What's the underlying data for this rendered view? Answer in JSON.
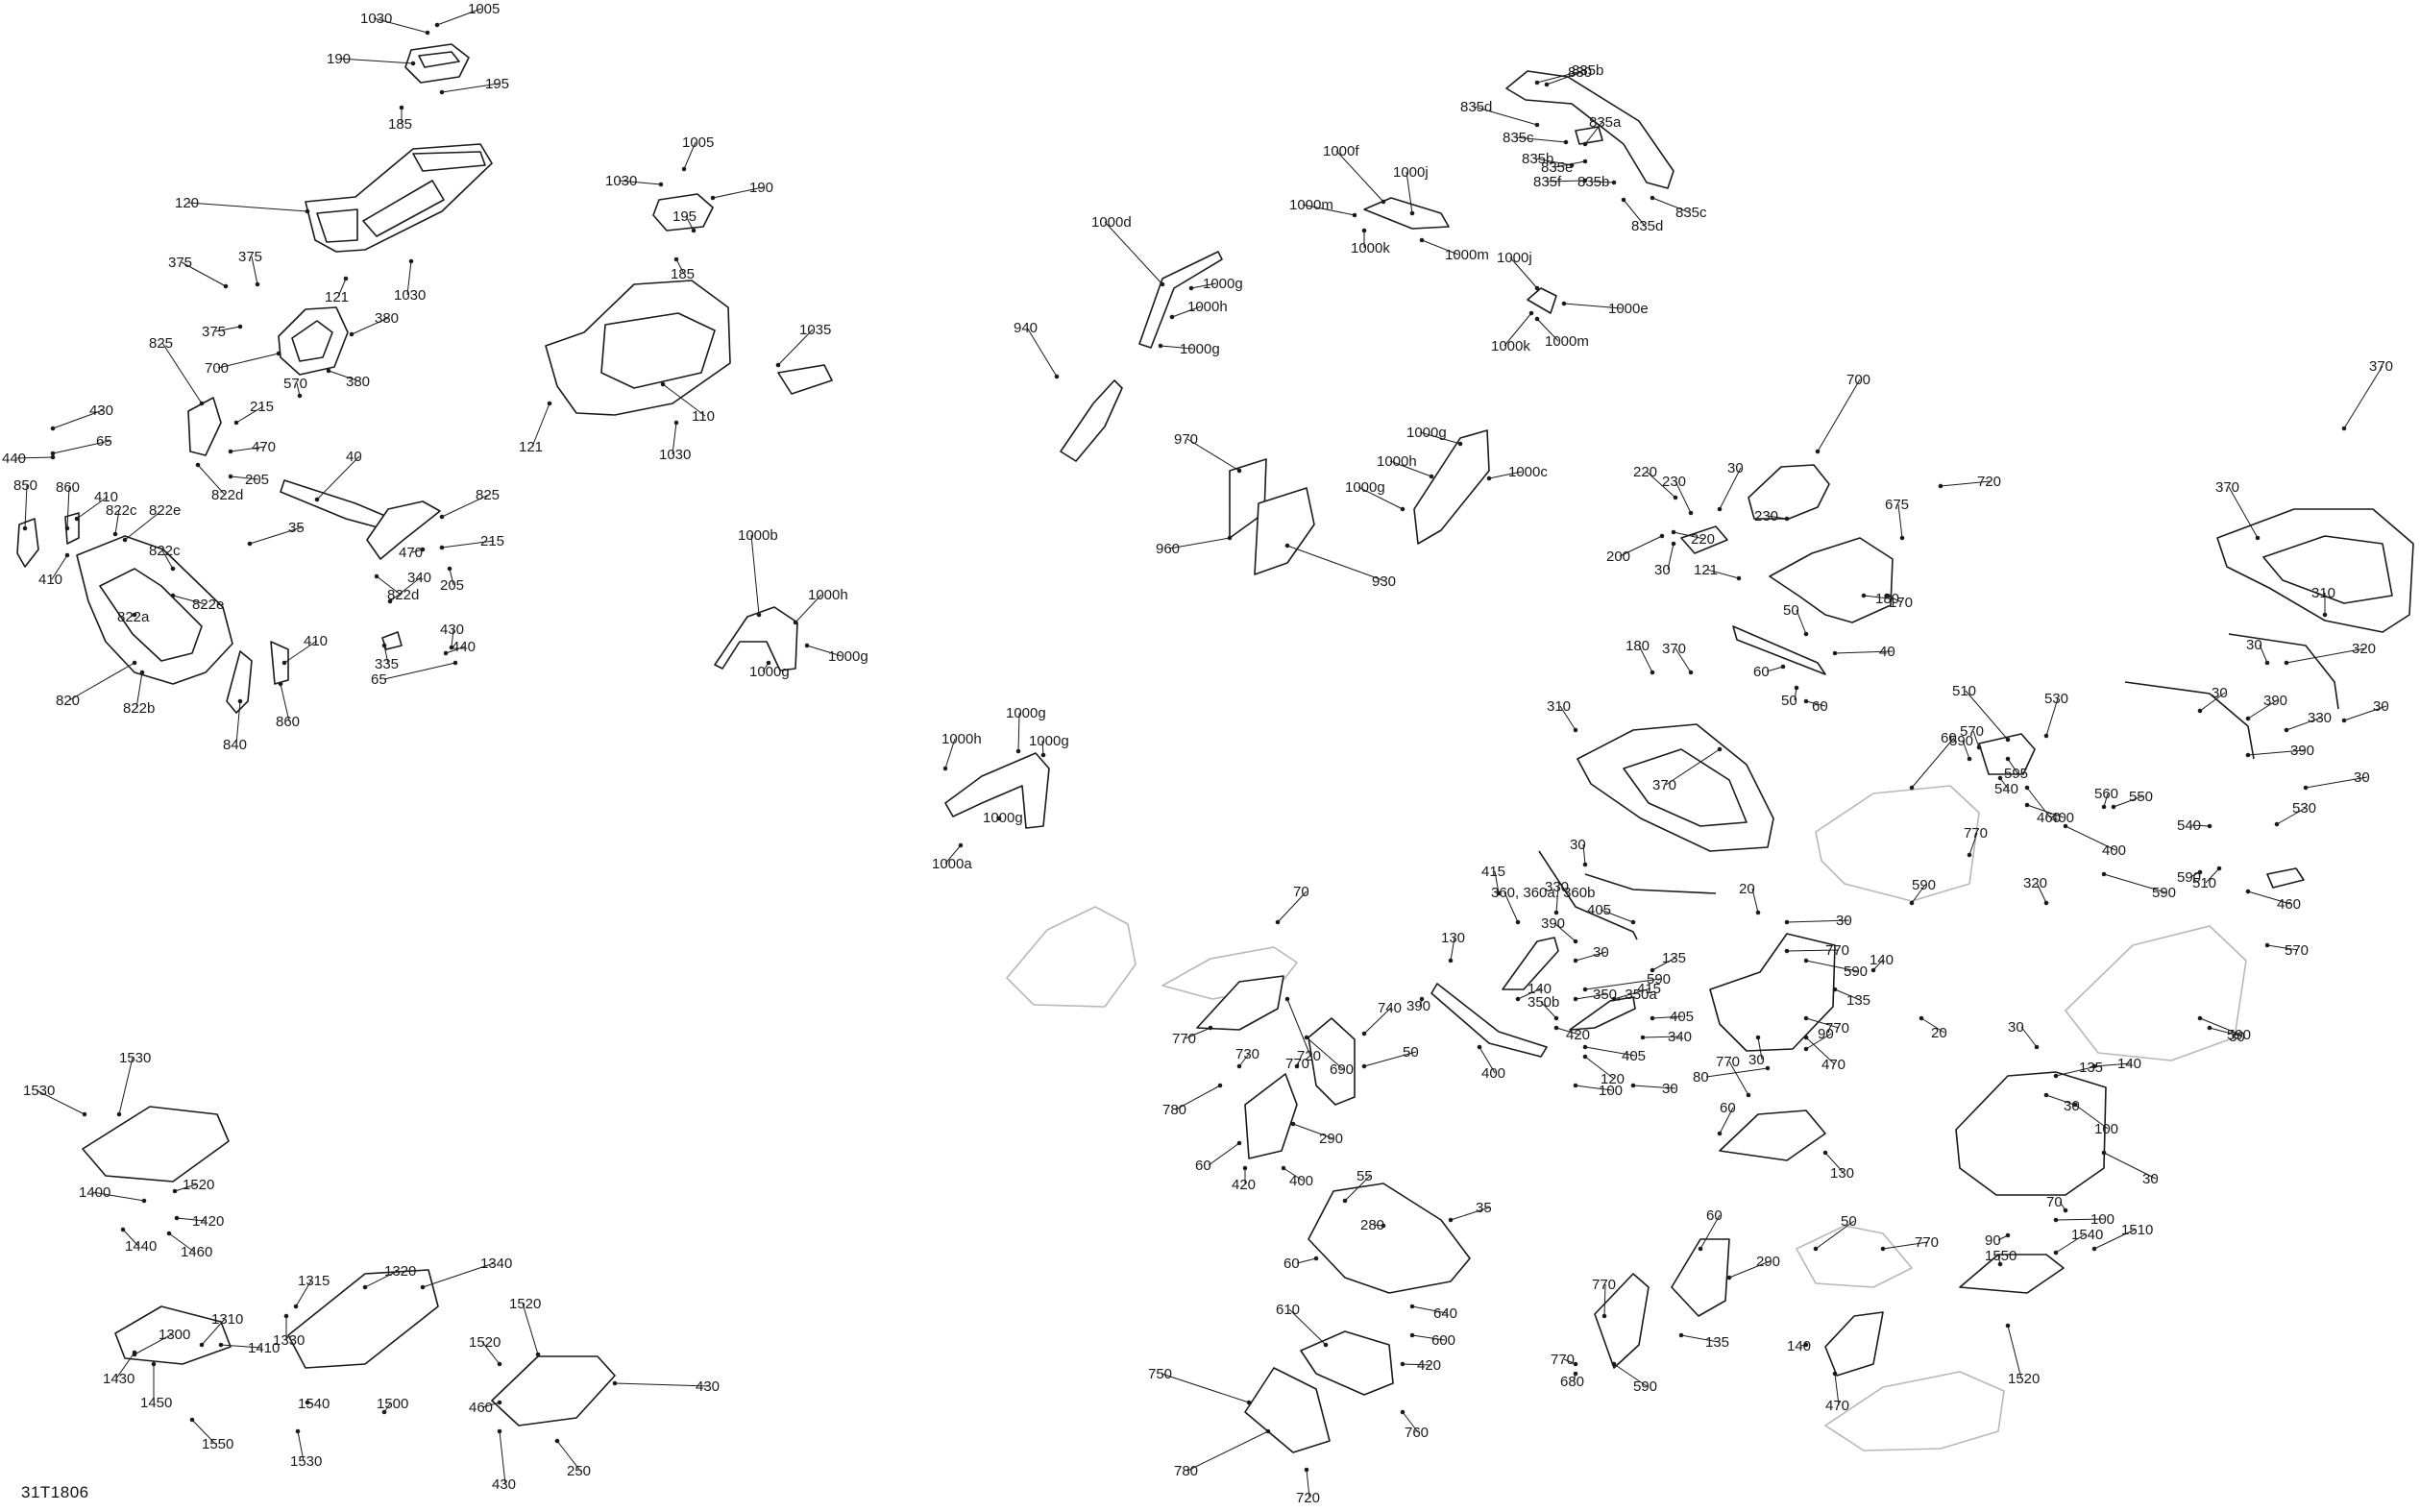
{
  "figure_code": "31T1806",
  "line_color": "#1a1a1a",
  "ghost_color": "#b8b8b8",
  "part_labels": [
    "1030",
    "1005",
    "190",
    "195",
    "185",
    "120",
    "121",
    "1030",
    "375",
    "375",
    "375",
    "700",
    "380",
    "380",
    "570",
    "825",
    "215",
    "470",
    "822d",
    "205",
    "430",
    "65",
    "440",
    "850",
    "860",
    "410",
    "822c",
    "822e",
    "822c",
    "410",
    "822e",
    "822a",
    "820",
    "822b",
    "840",
    "860",
    "410",
    "40",
    "35",
    "825",
    "822d",
    "470",
    "215",
    "205",
    "340",
    "335",
    "430",
    "440",
    "65",
    "1005",
    "1030",
    "190",
    "195",
    "185",
    "1035",
    "121",
    "110",
    "1030",
    "1000d",
    "1000g",
    "1000h",
    "1000g",
    "940",
    "1000f",
    "1000j",
    "1000m",
    "1000k",
    "1000m",
    "1000j",
    "1000e",
    "1000k",
    "1000m",
    "835b",
    "830",
    "835d",
    "835a",
    "835c",
    "835b",
    "835e",
    "835f",
    "835b",
    "835d",
    "835c",
    "970",
    "960",
    "930",
    "1000g",
    "1000h",
    "1000g",
    "1000c",
    "1000b",
    "1000h",
    "1000g",
    "1000g",
    "1000h",
    "1000g",
    "1000g",
    "1000g",
    "1000a",
    "700",
    "720",
    "220",
    "230",
    "30",
    "220",
    "200",
    "30",
    "230",
    "675",
    "121",
    "180",
    "170",
    "180",
    "370",
    "370",
    "310",
    "320",
    "330",
    "30",
    "30",
    "390",
    "30",
    "390",
    "30",
    "50",
    "40",
    "60",
    "50",
    "60",
    "370",
    "310",
    "370",
    "510",
    "530",
    "570",
    "540",
    "595",
    "460",
    "590",
    "560",
    "400",
    "550",
    "400",
    "590",
    "530",
    "540",
    "510",
    "460",
    "570",
    "590",
    "60",
    "770",
    "590",
    "320",
    "30",
    "330",
    "30",
    "390",
    "405",
    "415",
    "360, 360a, 360b",
    "30",
    "130",
    "590",
    "135",
    "140",
    "20",
    "30",
    "770",
    "590",
    "140",
    "135",
    "470",
    "770",
    "720",
    "690",
    "770",
    "780",
    "70",
    "730",
    "770",
    "740",
    "50",
    "290",
    "60",
    "420",
    "400",
    "390",
    "350, 350a",
    "350b",
    "415",
    "405",
    "340",
    "405",
    "400",
    "420",
    "120",
    "100",
    "30",
    "30",
    "80",
    "90",
    "770",
    "60",
    "130",
    "20",
    "590",
    "30",
    "135",
    "140",
    "30",
    "100",
    "30",
    "70",
    "100",
    "90",
    "1550",
    "1510",
    "1540",
    "1520",
    "1530",
    "1530",
    "1520",
    "1400",
    "1440",
    "1420",
    "1460",
    "1340",
    "1320",
    "1315",
    "1330",
    "1300",
    "1310",
    "1410",
    "1430",
    "1450",
    "1550",
    "1540",
    "1500",
    "1530",
    "1520",
    "1520",
    "430",
    "460",
    "430",
    "250",
    "55",
    "35",
    "280",
    "60",
    "640",
    "600",
    "610",
    "420",
    "760",
    "750",
    "780",
    "720",
    "770",
    "60",
    "290",
    "50",
    "770",
    "770",
    "680",
    "590",
    "135",
    "140",
    "470"
  ]
}
